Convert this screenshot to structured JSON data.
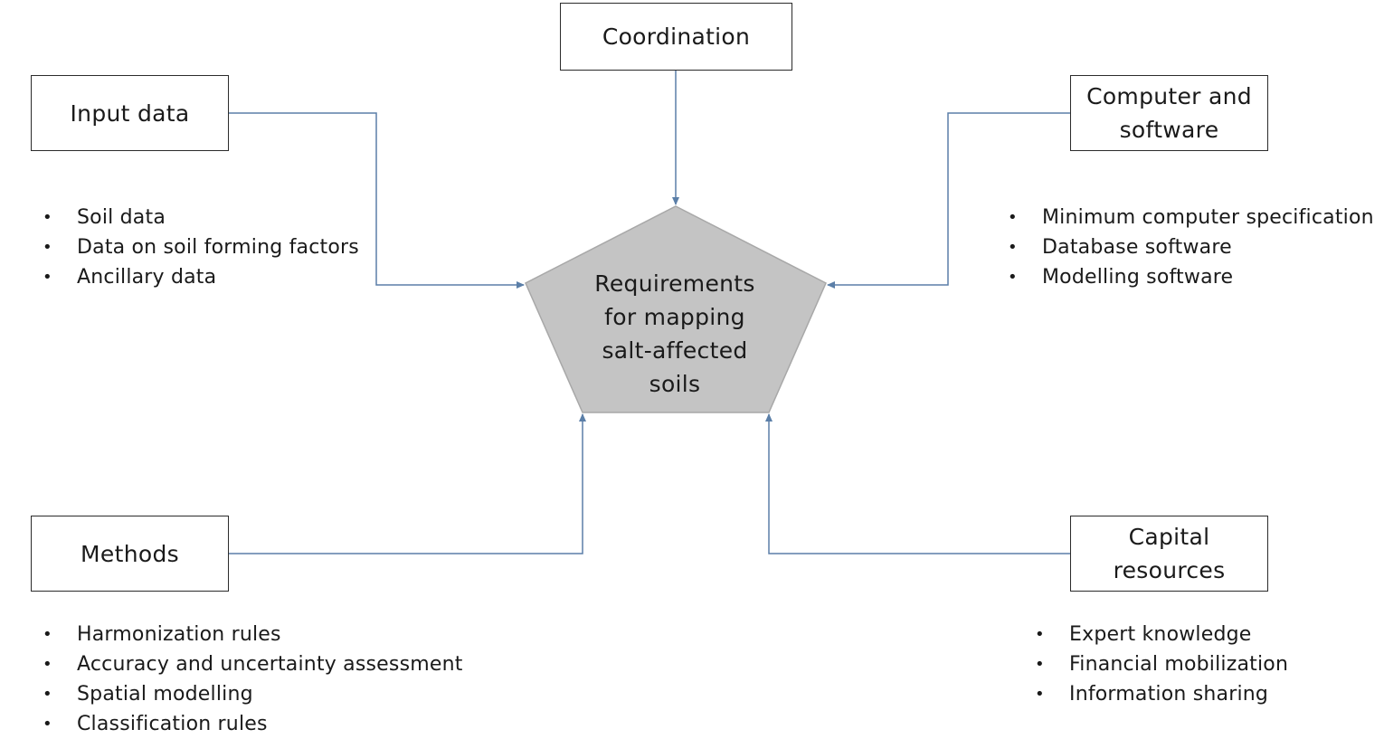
{
  "center": {
    "lines": [
      "Requirements",
      "for mapping",
      "salt-affected",
      "soils"
    ]
  },
  "boxes": {
    "coordination": {
      "lines": [
        "Coordination"
      ]
    },
    "input_data": {
      "lines": [
        "Input data"
      ]
    },
    "computer_software": {
      "lines": [
        "Computer and",
        "software"
      ]
    },
    "methods": {
      "lines": [
        "Methods"
      ]
    },
    "capital_resources": {
      "lines": [
        "Capital",
        "resources"
      ]
    }
  },
  "lists": {
    "input_data": [
      "Soil data",
      "Data on soil forming factors",
      "Ancillary data"
    ],
    "computer_software": [
      "Minimum computer specification",
      "Database software",
      "Modelling software"
    ],
    "methods": [
      "Harmonization rules",
      "Accuracy and uncertainty assessment",
      "Spatial modelling",
      "Classification rules"
    ],
    "capital_resources": [
      "Expert knowledge",
      "Financial mobilization",
      "Information sharing"
    ]
  },
  "bullet_glyph": "•",
  "colors": {
    "connector": "#5b7fa8",
    "pentagon_fill": "#c4c4c4",
    "pentagon_stroke": "#a8a8a8",
    "box_border": "#2b2b2b"
  }
}
